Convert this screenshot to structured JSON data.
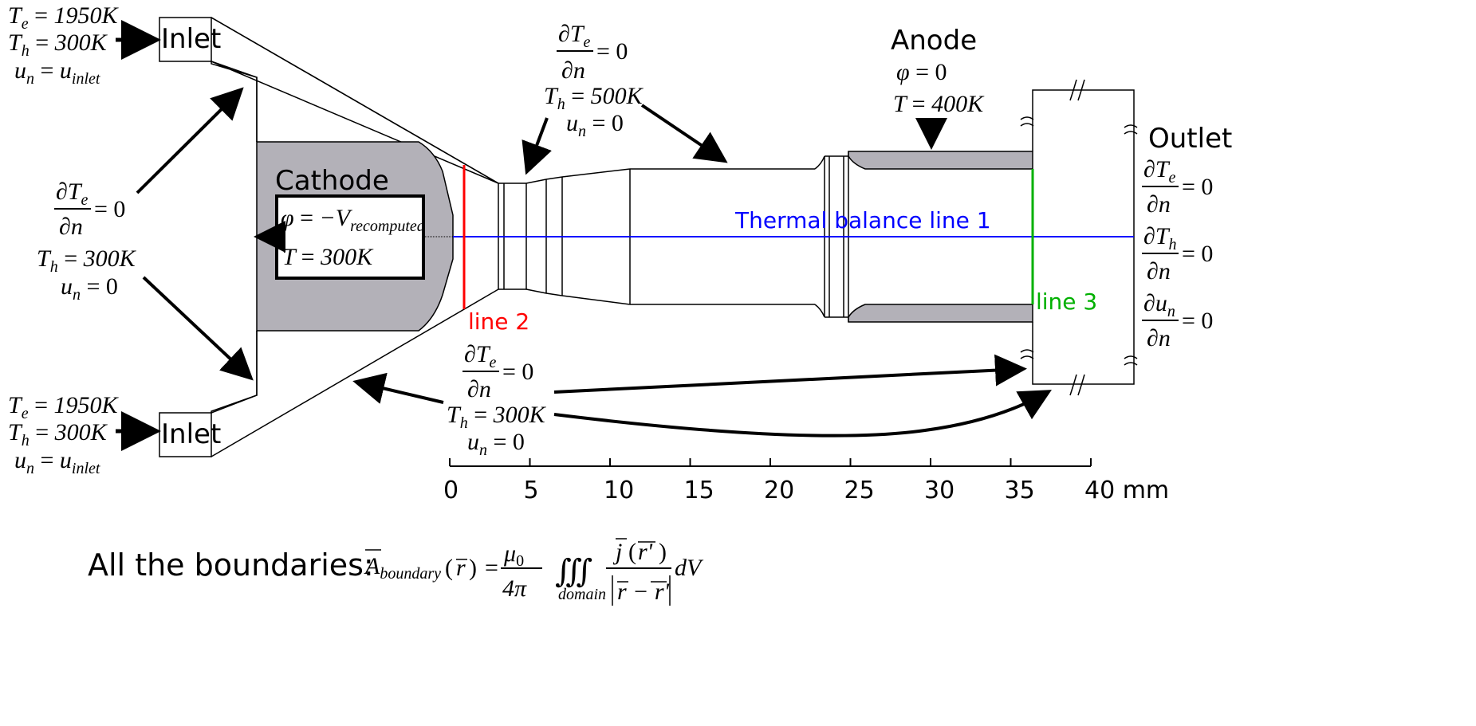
{
  "labels": {
    "inlet": "Inlet",
    "cathode": "Cathode",
    "anode": "Anode",
    "outlet": "Outlet",
    "thermal_line_1": "Thermal balance line 1",
    "line_2": "line 2",
    "line_3": "line 3",
    "all_boundaries": "All the boundaries:"
  },
  "math": {
    "T": "T",
    "Te": "e",
    "Th": "h",
    "u": "u",
    "n": "n",
    "inlet_sub": "inlet",
    "eq": "=",
    "val_1950K": "1950K",
    "val_300K": "300K",
    "val_500K": "500K",
    "val_400K": "400K",
    "zero": "0",
    "partial": "∂",
    "phi": "φ",
    "minus_V": "−V",
    "recomputed_sub": "recomputed",
    "A": "A",
    "boundary_sub": "boundary",
    "r": "r",
    "mu0": "μ",
    "mu0_sub": "0",
    "four_pi": "4π",
    "triple_int": "∭",
    "domain_sub": "domain",
    "j": "j",
    "dV": "dV",
    "r_minus_rprime": "r − r'",
    "r_prime": "r'"
  },
  "axis": {
    "ticks": [
      "0",
      "5",
      "10",
      "15",
      "20",
      "25",
      "30",
      "35",
      "40 mm"
    ],
    "tick_values_mm": [
      0,
      5,
      10,
      15,
      20,
      25,
      30,
      35,
      40
    ]
  },
  "colors": {
    "electrode_fill": "#b3b1b8",
    "line1": "#0000ff",
    "line2": "#ff0000",
    "line3": "#00b000",
    "ink": "#000000"
  }
}
